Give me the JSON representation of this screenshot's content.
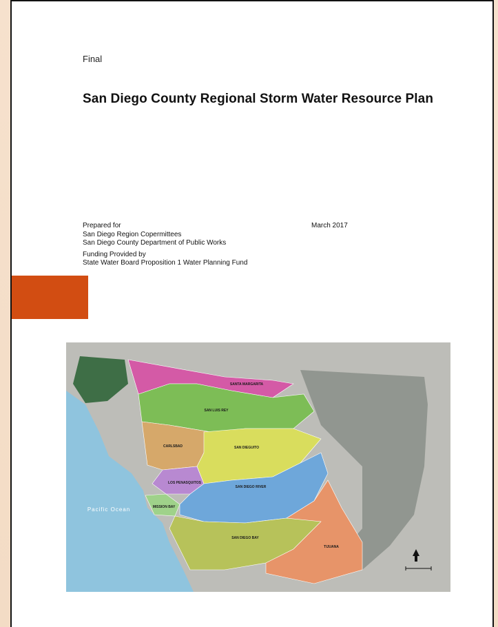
{
  "document": {
    "status": "Final",
    "title": "San Diego County Regional Storm Water Resource Plan",
    "prepared_for_label": "Prepared for",
    "client_line_1": "San Diego Region Copermittees",
    "client_line_2": "San Diego County Department of Public Works",
    "date": "March 2017",
    "funding_label": "Funding Provided by",
    "funding_source": "State Water Board Proposition 1 Water Planning Fund"
  },
  "colors": {
    "accent": "#d24d12",
    "ocean": "#8fc4de",
    "terrain": "#8a8f88"
  },
  "map": {
    "ocean_label": "Pacific Ocean",
    "regions": [
      {
        "name": "SANTA MARGARITA",
        "color": "#d45aa6"
      },
      {
        "name": "SAN LUIS REY",
        "color": "#7dbd56"
      },
      {
        "name": "CARLSBAD",
        "color": "#d6a86a"
      },
      {
        "name": "SAN DIEGUITO",
        "color": "#d9dd5d"
      },
      {
        "name": "LOS PENASQUITOS",
        "color": "#b889d1"
      },
      {
        "name": "MISSION BAY",
        "color": "#9fd28a"
      },
      {
        "name": "SAN DIEGO RIVER",
        "color": "#6ea7da"
      },
      {
        "name": "SAN DIEGO BAY",
        "color": "#b7c25a"
      },
      {
        "name": "TIJUANA",
        "color": "#e79469"
      }
    ]
  }
}
